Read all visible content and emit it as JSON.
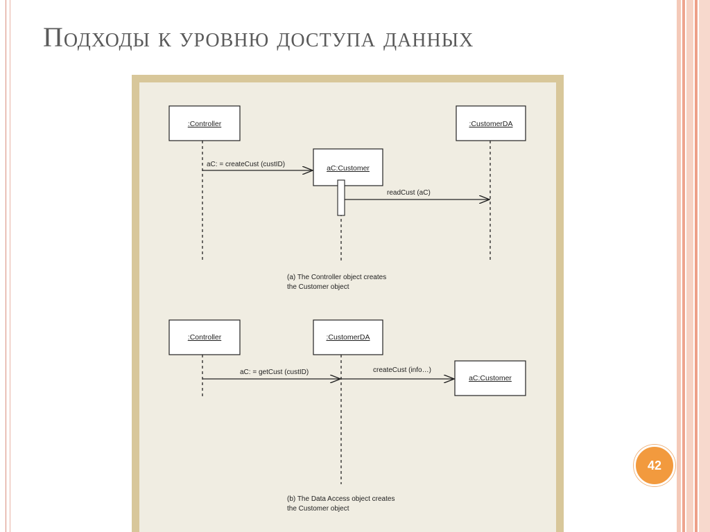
{
  "slide": {
    "title": "Подходы к уровню доступа данных",
    "page_number": "42"
  },
  "diagram_a": {
    "objects": {
      "controller": ":Controller",
      "customer": "aC:Customer",
      "customer_da": ":CustomerDA"
    },
    "messages": {
      "create_cust": "aC: = createCust (custID)",
      "read_cust": "readCust (aC)"
    },
    "caption_line1": "(a) The Controller object creates",
    "caption_line2": "the Customer object"
  },
  "diagram_b": {
    "objects": {
      "controller": ":Controller",
      "customer_da": ":CustomerDA",
      "customer": "aC:Customer"
    },
    "messages": {
      "get_cust": "aC: = getCust (custID)",
      "create_cust": "createCust (info…)"
    },
    "caption_line1": "(b) The Data Access object creates",
    "caption_line2": "the Customer object"
  },
  "colors": {
    "frame": "#d8c79a",
    "figure_background": "#f0ede2",
    "badge": "#f29a3e",
    "title": "#5a5a5a"
  }
}
